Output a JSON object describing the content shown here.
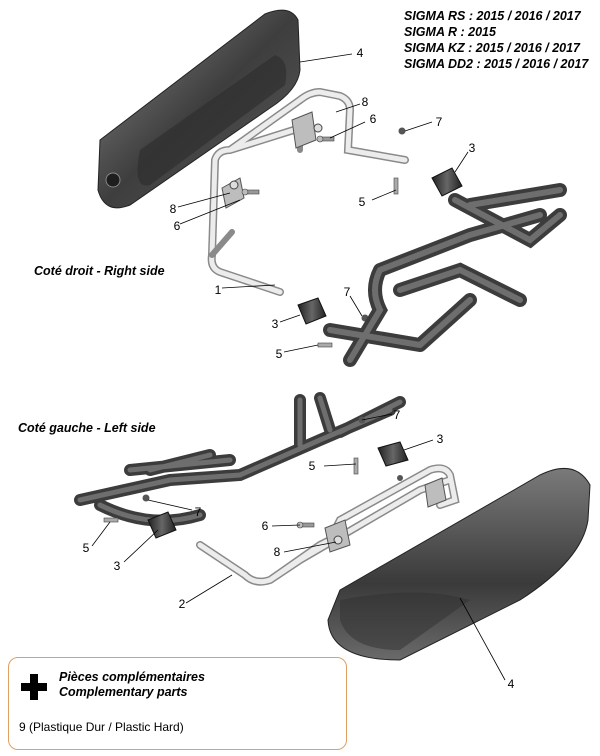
{
  "models": [
    "SIGMA RS : 2015 / 2016 / 2017",
    "SIGMA R   : 2015",
    "SIGMA KZ : 2015 / 2016 / 2017",
    "SIGMA DD2 : 2015 / 2016 / 2017"
  ],
  "sides": {
    "right": "Coté droit - Right side",
    "left": "Coté gauche - Left side"
  },
  "callouts": {
    "right": {
      "c1": "1",
      "c3a": "3",
      "c3b": "3",
      "c4": "4",
      "c5a": "5",
      "c5b": "5",
      "c6a": "6",
      "c6b": "6",
      "c7a": "7",
      "c7b": "7",
      "c8a": "8",
      "c8b": "8"
    },
    "left": {
      "c2": "2",
      "c3a": "3",
      "c3b": "3",
      "c4": "4",
      "c5a": "5",
      "c5b": "5",
      "c6": "6",
      "c7a": "7",
      "c7b": "7",
      "c8": "8"
    }
  },
  "legend": {
    "title_fr": "Pièces complémentaires",
    "title_en": "Complementary parts",
    "item": "9 (Plastique Dur / Plastic Hard)"
  },
  "colors": {
    "frame_border": "#e0a060",
    "part_dark": "#4a4a4a",
    "tube": "#d8d8d8",
    "pad": "#5a5a5a"
  }
}
